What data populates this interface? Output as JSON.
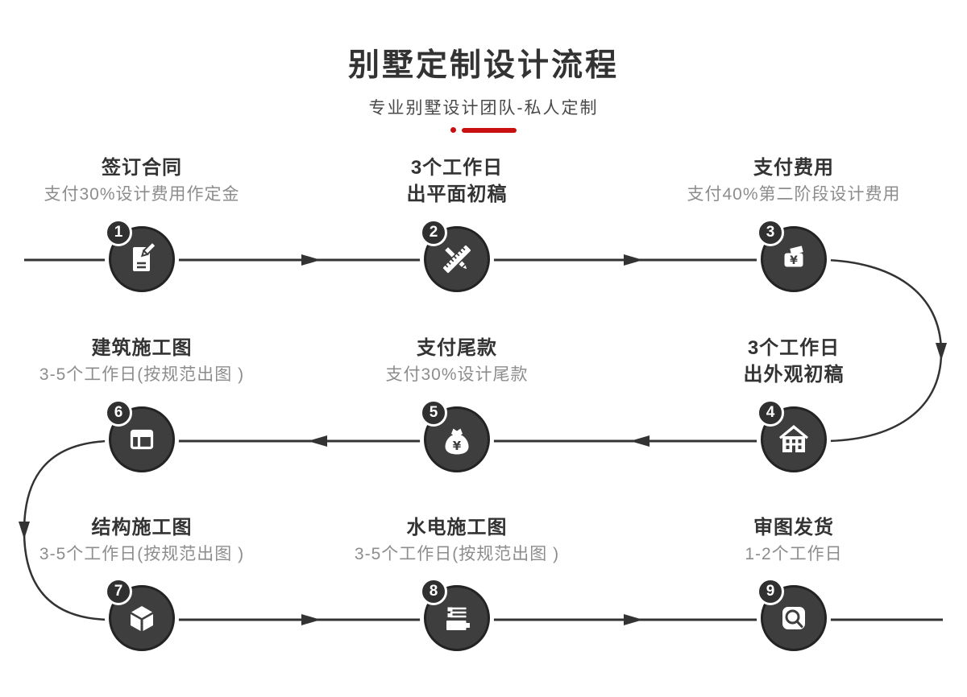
{
  "header": {
    "title": "别墅定制设计流程",
    "subtitle": "专业别墅设计团队-私人定制"
  },
  "colors": {
    "accent_red": "#c90f0f",
    "node_fill": "#3e3e3e",
    "node_border": "#232323",
    "line": "#333333",
    "step_title": "#333333",
    "step_desc": "#8d8d8d"
  },
  "flow": {
    "direction": "snake: row1 left-to-right, row2 right-to-left, row3 left-to-right",
    "connector_style": "solid line with arrowheads and half-circle turns at row ends"
  },
  "steps": [
    {
      "number": "1",
      "title": "签订合同",
      "subtitle": "支付30%设计费用作定金",
      "icon": "contract-document-icon"
    },
    {
      "number": "2",
      "title": "3个工作日",
      "subtitle": "出平面初稿",
      "icon": "ruler-pencil-icon"
    },
    {
      "number": "3",
      "title": "支付费用",
      "subtitle": "支付40%第二阶段设计费用",
      "icon": "wallet-yuan-icon"
    },
    {
      "number": "4",
      "title": "3个工作日",
      "subtitle": "出外观初稿",
      "icon": "house-icon"
    },
    {
      "number": "5",
      "title": "支付尾款",
      "subtitle": "支付30%设计尾款",
      "icon": "money-bag-yuan-icon"
    },
    {
      "number": "6",
      "title": "建筑施工图",
      "subtitle": "3-5个工作日(按规范出图 )",
      "icon": "layout-drawing-icon"
    },
    {
      "number": "7",
      "title": "结构施工图",
      "subtitle": "3-5个工作日(按规范出图 )",
      "icon": "cube-icon"
    },
    {
      "number": "8",
      "title": "水电施工图",
      "subtitle": "3-5个工作日(按规范出图 )",
      "icon": "pipes-icon"
    },
    {
      "number": "9",
      "title": "审图发货",
      "subtitle": "1-2个工作日",
      "icon": "magnifier-icon"
    }
  ]
}
